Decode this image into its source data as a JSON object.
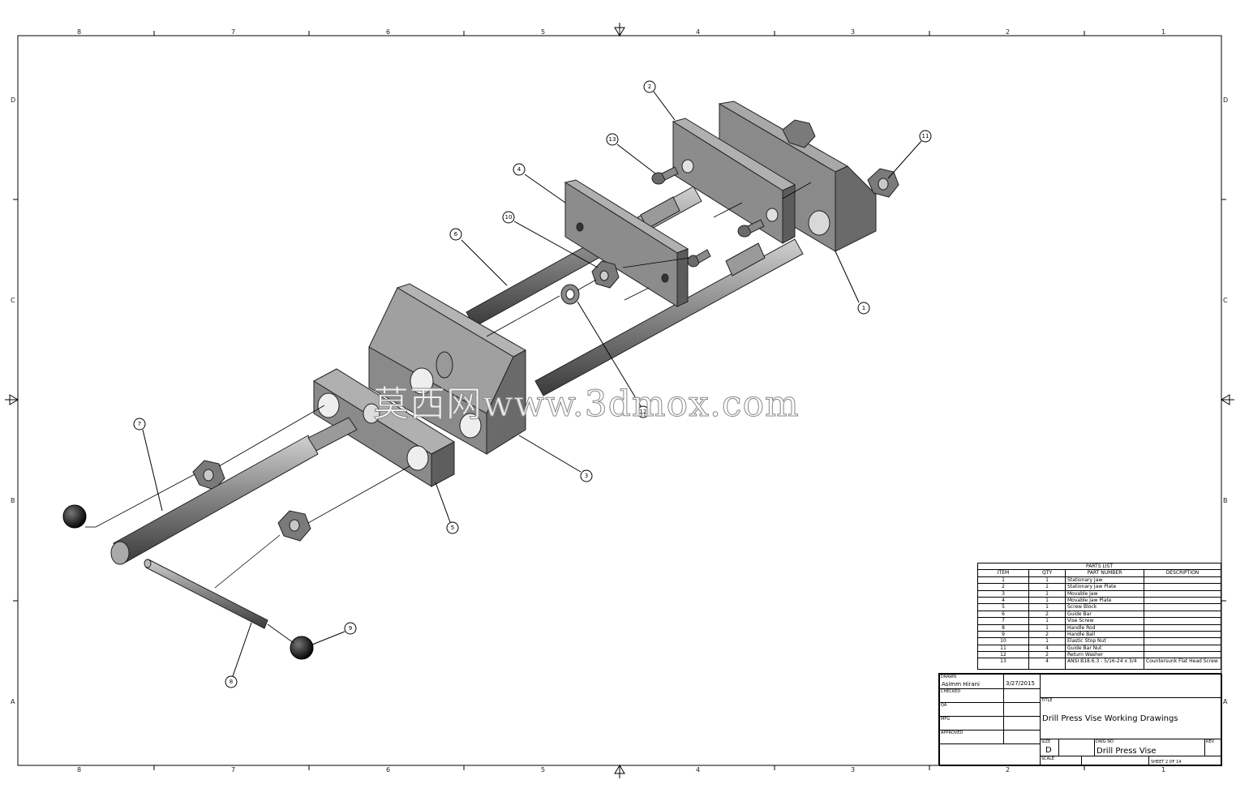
{
  "drawing": {
    "zone_columns_top": [
      "8",
      "7",
      "6",
      "5",
      "4",
      "3",
      "2",
      "1"
    ],
    "zone_columns_bottom": [
      "8",
      "7",
      "6",
      "5",
      "4",
      "3",
      "2",
      "1"
    ],
    "zone_rows_left": [
      "D",
      "C",
      "B",
      "A"
    ],
    "zone_rows_right": [
      "D",
      "C",
      "B",
      "A"
    ],
    "balloons": [
      "1",
      "2",
      "3",
      "4",
      "5",
      "6",
      "7",
      "8",
      "9",
      "10",
      "11",
      "12",
      "13"
    ],
    "watermark": "莫西网www.3dmox.com",
    "line_color": "#000000",
    "part_fill": "#8a8a8a",
    "part_dark": "#5a5a5a",
    "part_light": "#bdbdbd"
  },
  "parts_list": {
    "title": "PARTS LIST",
    "headers": [
      "ITEM",
      "QTY",
      "PART NUMBER",
      "DESCRIPTION"
    ],
    "rows": [
      {
        "item": "1",
        "qty": "1",
        "part": "Stationary Jaw",
        "desc": ""
      },
      {
        "item": "2",
        "qty": "1",
        "part": "Stationary Jaw Plate",
        "desc": ""
      },
      {
        "item": "3",
        "qty": "1",
        "part": "Movable Jaw",
        "desc": ""
      },
      {
        "item": "4",
        "qty": "1",
        "part": "Movable Jaw Plate",
        "desc": ""
      },
      {
        "item": "5",
        "qty": "1",
        "part": "Screw Block",
        "desc": ""
      },
      {
        "item": "6",
        "qty": "2",
        "part": "Guide Bar",
        "desc": ""
      },
      {
        "item": "7",
        "qty": "1",
        "part": "Vise Screw",
        "desc": ""
      },
      {
        "item": "8",
        "qty": "1",
        "part": "Handle Rod",
        "desc": ""
      },
      {
        "item": "9",
        "qty": "2",
        "part": "Handle Ball",
        "desc": ""
      },
      {
        "item": "10",
        "qty": "1",
        "part": "Elastic Stop Nut",
        "desc": ""
      },
      {
        "item": "11",
        "qty": "4",
        "part": "Guide Bar Nut",
        "desc": ""
      },
      {
        "item": "12",
        "qty": "2",
        "part": "Return Washer",
        "desc": ""
      },
      {
        "item": "13",
        "qty": "4",
        "part": "ANSI B18.6.3 - 5/16-24 x 3/4",
        "desc": "Countersunk Flat Head Screw"
      }
    ]
  },
  "title_block": {
    "drawn_label": "DRAWN",
    "drawn_by": "Asimm Hirani",
    "drawn_date": "3/27/2015",
    "checked_label": "CHECKED",
    "qa_label": "QA",
    "mfg_label": "MFG",
    "approved_label": "APPROVED",
    "title_label": "TITLE",
    "title": "Drill Press Vise Working Drawings",
    "size_label": "SIZE",
    "size": "D",
    "dwg_no_label": "DWG NO",
    "dwg_no": "Drill Press Vise",
    "rev_label": "REV",
    "scale_label": "SCALE",
    "sheet": "SHEET 2  OF 14"
  }
}
